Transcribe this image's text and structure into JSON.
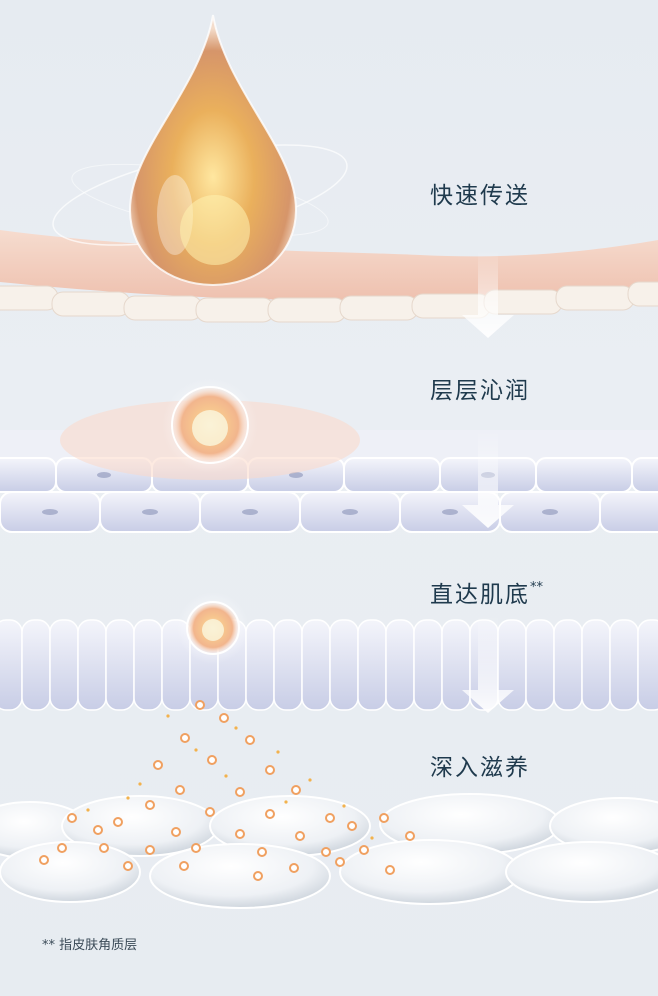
{
  "steps": [
    {
      "label": "快速传送"
    },
    {
      "label": "层层沁润"
    },
    {
      "label": "直达肌底",
      "mark": "**"
    },
    {
      "label": "深入滋养"
    }
  ],
  "footnote": "** 指皮肤角质层",
  "colors": {
    "background": "#e8edf2",
    "text": "#1f3a4d",
    "skin_pink": "#f3d2c6",
    "cell_blue": "#c9cfe8",
    "droplet_gold": "#e7a24a",
    "particle_orange": "#f0a060"
  }
}
